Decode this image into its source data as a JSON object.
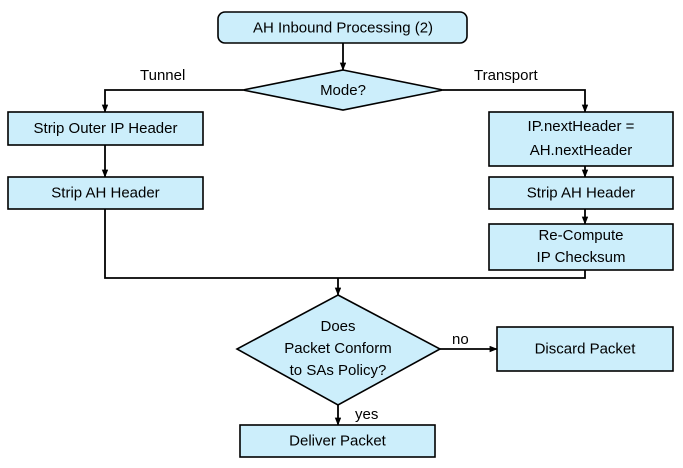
{
  "diagram": {
    "title": "AH Inbound Processing (2)",
    "colors": {
      "node_fill": "#cceefb",
      "node_stroke": "#000000",
      "connector": "#000000",
      "text": "#000000",
      "background": "#ffffff"
    },
    "nodes": {
      "start": {
        "label": "AH Inbound Processing (2)",
        "shape": "rounded-rect"
      },
      "mode_decision": {
        "label": "Mode?",
        "shape": "diamond"
      },
      "strip_outer_ip": {
        "label": "Strip Outer IP Header",
        "shape": "rect"
      },
      "strip_ah_tunnel": {
        "label": "Strip AH Header",
        "shape": "rect"
      },
      "next_header": {
        "line1": "IP.nextHeader =",
        "line2": "AH.nextHeader",
        "shape": "rect"
      },
      "strip_ah_transport": {
        "label": "Strip AH Header",
        "shape": "rect"
      },
      "recompute_checksum": {
        "line1": "Re-Compute",
        "line2": "IP Checksum",
        "shape": "rect"
      },
      "policy_decision": {
        "line1": "Does",
        "line2": "Packet Conform",
        "line3": "to SAs Policy?",
        "shape": "diamond"
      },
      "discard_packet": {
        "label": "Discard Packet",
        "shape": "rect"
      },
      "deliver_packet": {
        "label": "Deliver Packet",
        "shape": "rect"
      }
    },
    "edge_labels": {
      "tunnel": "Tunnel",
      "transport": "Transport",
      "no": "no",
      "yes": "yes"
    }
  }
}
